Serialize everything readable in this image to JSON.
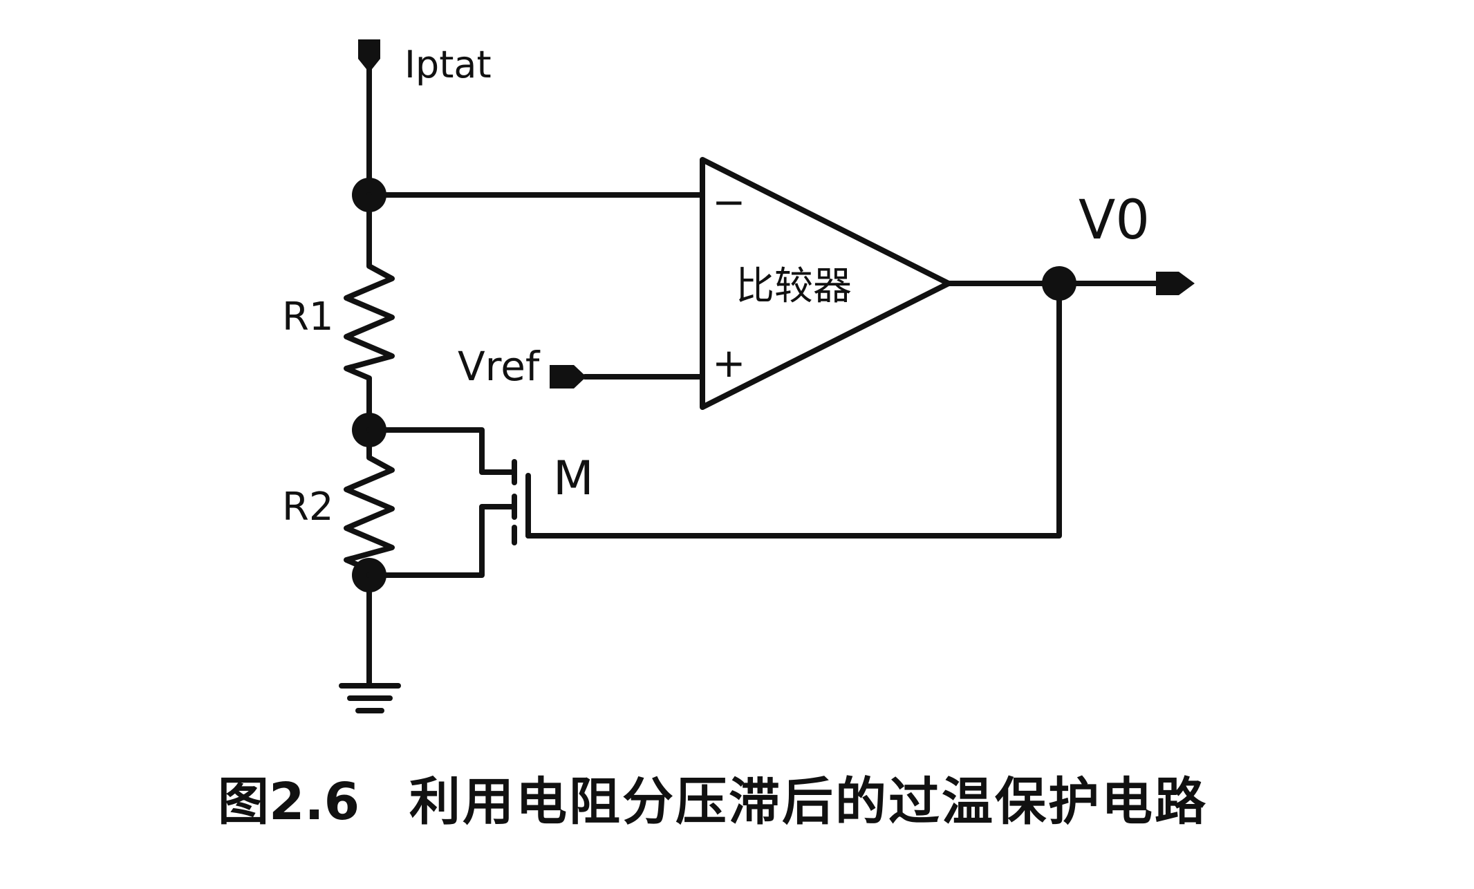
{
  "labels": {
    "current_source": "Iptat",
    "resistor_1": "R1",
    "resistor_2": "R2",
    "reference": "Vref",
    "comparator": "比较器",
    "output": "V0",
    "transistor": "M",
    "minus_sign": "−",
    "plus_sign": "+"
  },
  "caption": {
    "number": "图2.6",
    "title": "利用电阻分压滞后的过温保护电路"
  },
  "colors": {
    "ink": "#111111",
    "background": "#ffffff"
  }
}
